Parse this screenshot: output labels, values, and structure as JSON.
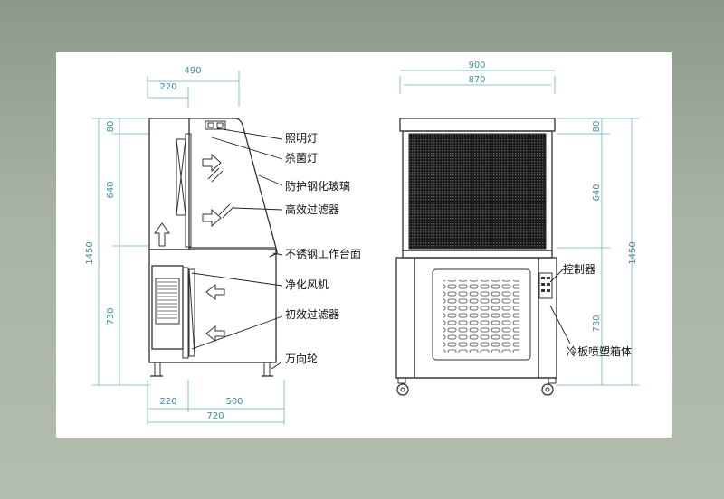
{
  "diagram": {
    "side_view": {
      "dims_top": [
        "490",
        "220"
      ],
      "dims_left": [
        "80",
        "640",
        "1450",
        "730"
      ],
      "dims_bottom": [
        "220",
        "500",
        "720"
      ],
      "labels": [
        "照明灯",
        "杀菌灯",
        "防护钢化玻璃",
        "高效过滤器",
        "不锈钢工作台面",
        "净化风机",
        "初效过滤器",
        "万向轮"
      ]
    },
    "front_view": {
      "dims_top": [
        "900",
        "870"
      ],
      "dims_right": [
        "80",
        "640",
        "1450",
        "730"
      ],
      "labels": [
        "控制器",
        "冷板喷塑箱体"
      ]
    }
  }
}
